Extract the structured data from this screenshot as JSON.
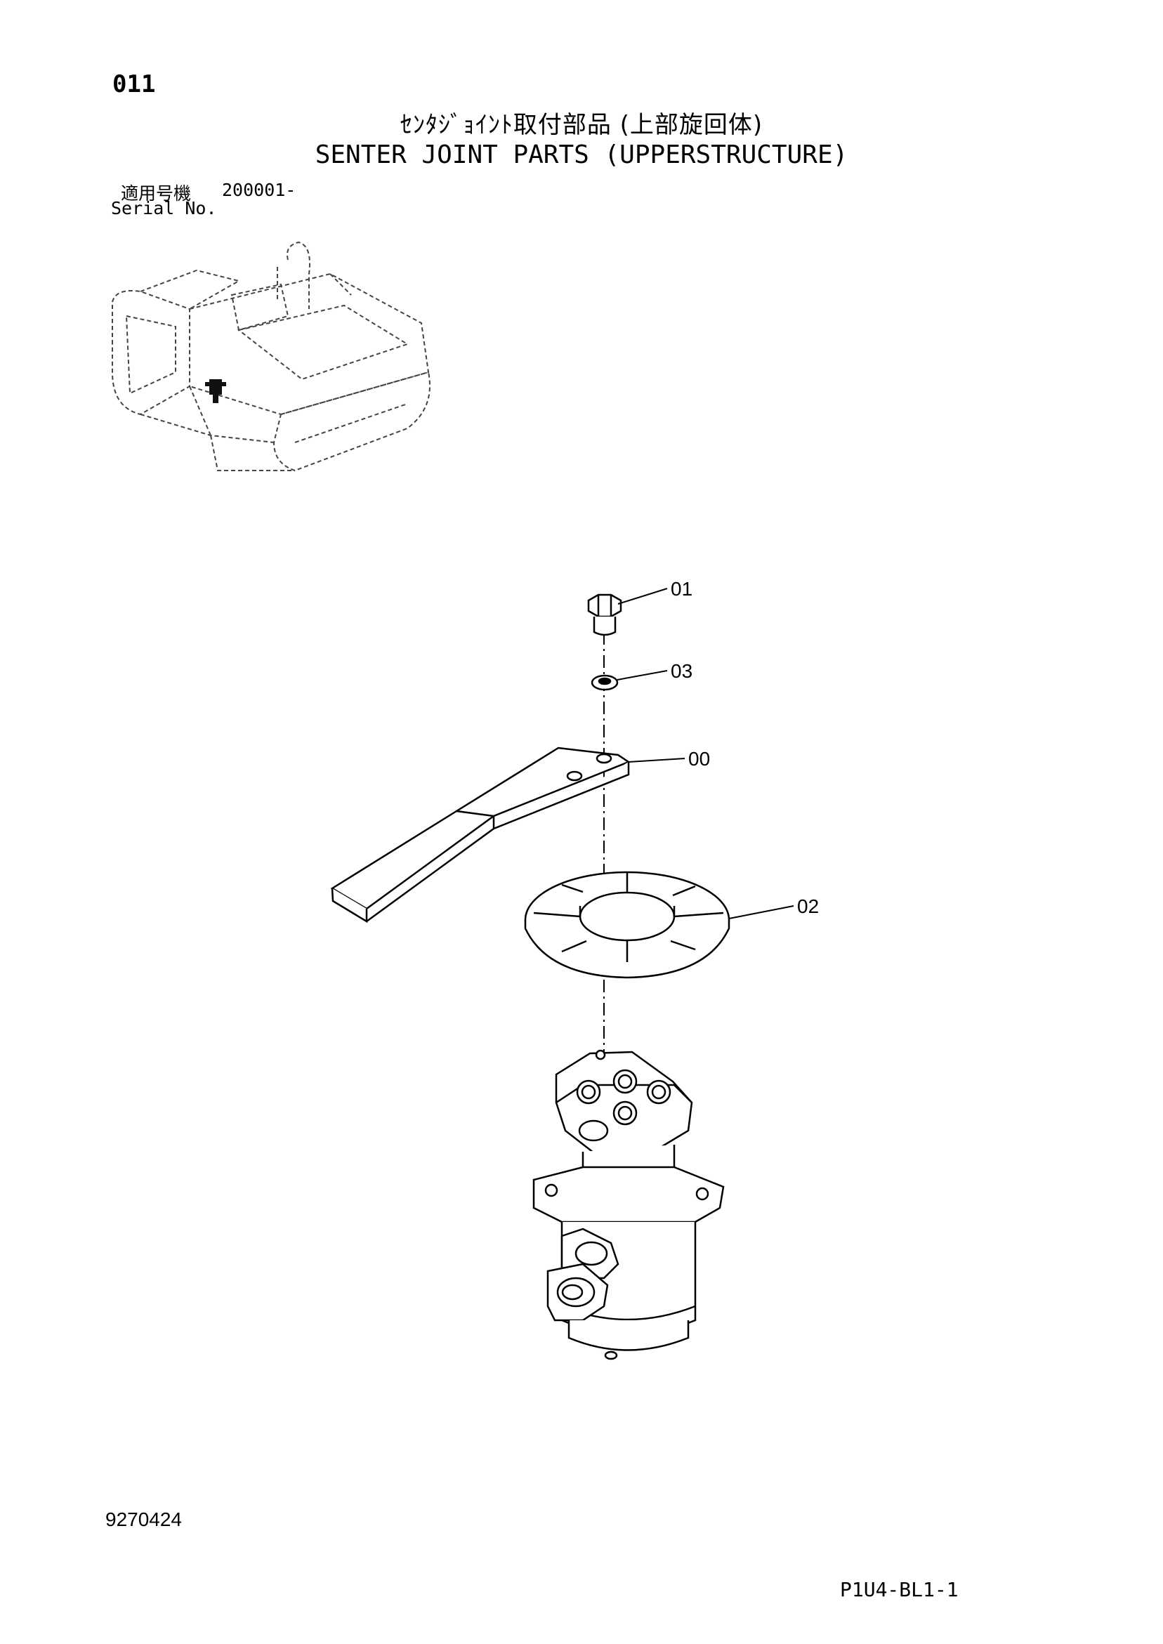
{
  "header": {
    "page_code": "011",
    "title_jp": "ｾﾝﾀｼﾞｮｲﾝﾄ取付部品 (上部旋回体)",
    "title_en": "SENTER JOINT PARTS (UPPERSTRUCTURE)"
  },
  "serial": {
    "jp_label": "適用号機",
    "value": "200001-",
    "en_label": "Serial No."
  },
  "callouts": {
    "c01": "01",
    "c03": "03",
    "c00": "00",
    "c02": "02"
  },
  "footer": {
    "doc_number": "9270424",
    "sheet_code": "P1U4-BL1-1"
  }
}
